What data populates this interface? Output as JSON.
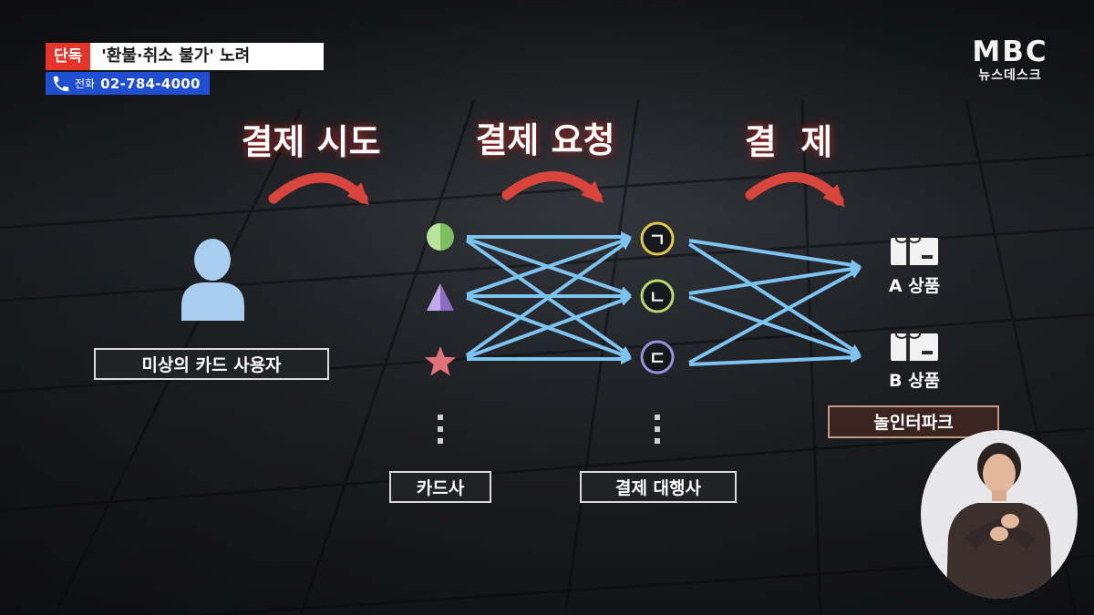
{
  "broadcast": {
    "tag": "단독",
    "headline": "'환불·취소 불가' 노려",
    "phone_label": "전화",
    "phone_number": "02-784-4000",
    "logo": "MBC",
    "logo_sub": "뉴스데스크"
  },
  "diagram": {
    "steps": [
      "결제 시도",
      "결제 요청",
      "결  제"
    ],
    "user_label": "미상의 카드 사용자",
    "card_company_label": "카드사",
    "card_symbols": [
      {
        "shape": "circle",
        "color": "#9bd27a"
      },
      {
        "shape": "triangle",
        "color": "#a98ad6"
      },
      {
        "shape": "star",
        "color": "#e2727a"
      }
    ],
    "pg_label": "결제 대행사",
    "pg_symbols": [
      {
        "glyph": "ㄱ",
        "color": "#e3c64a"
      },
      {
        "glyph": "ㄴ",
        "color": "#bcd66e"
      },
      {
        "glyph": "ㄷ",
        "color": "#9b8fe0"
      }
    ],
    "products": [
      "A 상품",
      "B 상품"
    ],
    "merchant_label": "놀인터파크",
    "colors": {
      "arrow": "#7cc3ef",
      "step_curve": "#d8453c",
      "step_glow": "#b8231c",
      "label_bg": "#202226",
      "merchant_bg": "#3b2420"
    }
  }
}
